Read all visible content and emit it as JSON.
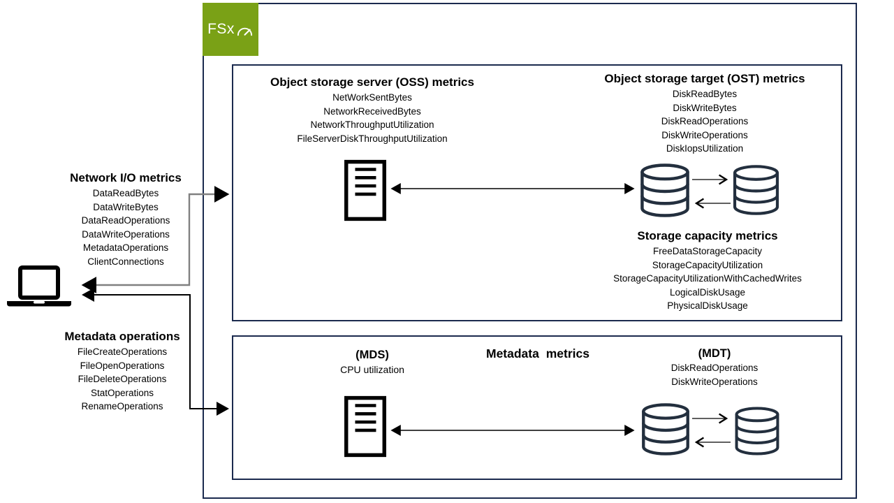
{
  "logo": {
    "label": "FSx"
  },
  "client": {
    "network_io": {
      "title": "Network I/O metrics",
      "items": [
        "DataReadBytes",
        "DataWriteBytes",
        "DataReadOperations",
        "DataWriteOperations",
        "MetadataOperations",
        "ClientConnections"
      ]
    },
    "metadata_ops": {
      "title": "Metadata operations",
      "items": [
        "FileCreateOperations",
        "FileOpenOperations",
        "FileDeleteOperations",
        "StatOperations",
        "RenameOperations"
      ]
    }
  },
  "file_system": {
    "oss": {
      "title": "Object storage server (OSS) metrics",
      "items": [
        "NetWorkSentBytes",
        "NetworkReceivedBytes",
        "NetworkThroughputUtilization",
        "FileServerDiskThroughputUtilization"
      ]
    },
    "ost": {
      "title": "Object storage target (OST) metrics",
      "items": [
        "DiskReadBytes",
        "DiskWriteBytes",
        "DiskReadOperations",
        "DiskWriteOperations",
        "DiskIopsUtilization"
      ]
    },
    "storage_capacity": {
      "title": "Storage capacity metrics",
      "items": [
        "FreeDataStorageCapacity",
        "StorageCapacityUtilization",
        "StorageCapacityUtilizationWithCachedWrites",
        "LogicalDiskUsage",
        "PhysicalDiskUsage"
      ]
    },
    "metadata": {
      "title": "Metadata metrics",
      "mds": {
        "title": "(MDS)",
        "items": [
          "CPU utilization"
        ]
      },
      "mdt": {
        "title": "(MDT)",
        "items": [
          "DiskReadOperations",
          "DiskWriteOperations"
        ]
      }
    }
  },
  "icons": {
    "client": "laptop-icon",
    "file_server": "server-icon",
    "disk": "database-icon",
    "logo_gauge": "gauge-icon"
  },
  "colors": {
    "logo_green": "#7aa116",
    "box_border": "#1b2a4e",
    "disk_navy": "#232f3e",
    "arrow_gray": "#808080",
    "arrow_black": "#000000"
  }
}
